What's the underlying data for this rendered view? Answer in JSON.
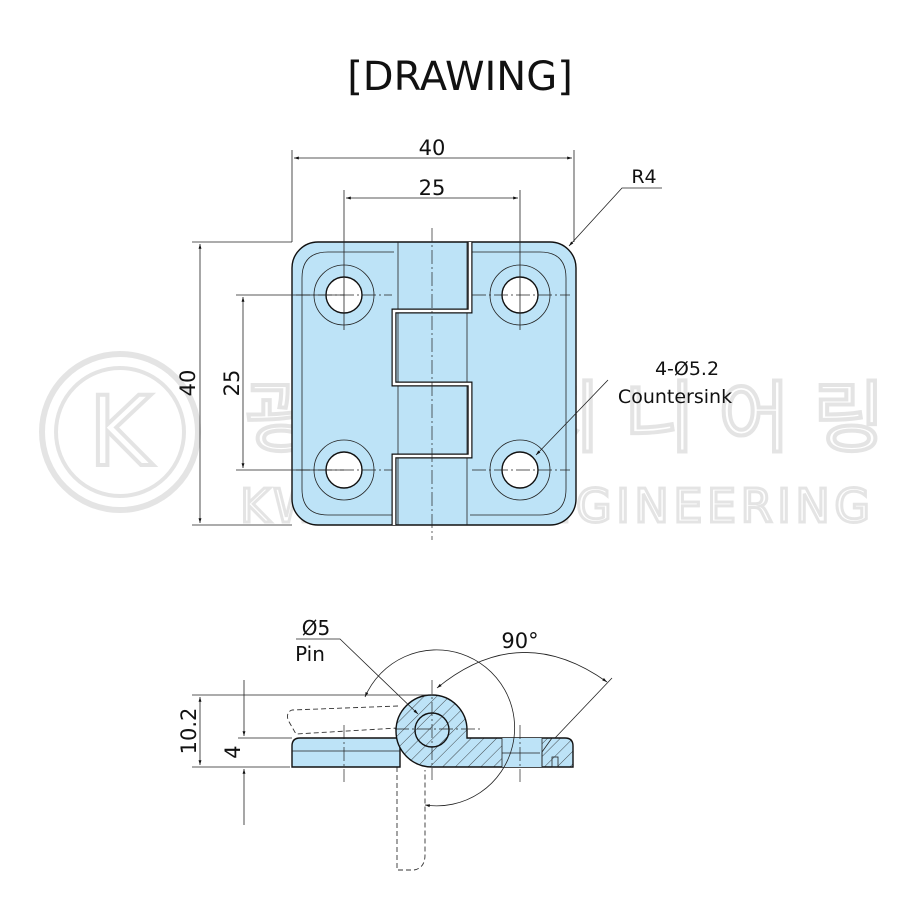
{
  "title": "[DRAWING]",
  "watermark": {
    "logo_letter": "K",
    "korean": "광일엔지니어링",
    "english": "KWANGIL ENGINEERING"
  },
  "colors": {
    "part_fill": "#bde3f7",
    "line": "#111111",
    "watermark": "#e2e2e2"
  },
  "top_view": {
    "width_overall": "40",
    "width_holes": "25",
    "height_overall": "40",
    "height_holes": "25",
    "corner_radius": "R4",
    "hole_callout": "4-Ø5.2",
    "hole_type": "Countersink"
  },
  "side_view": {
    "pin_dia": "Ø5",
    "pin_label": "Pin",
    "angle": "90°",
    "height_total": "10.2",
    "plate_thickness": "4"
  }
}
